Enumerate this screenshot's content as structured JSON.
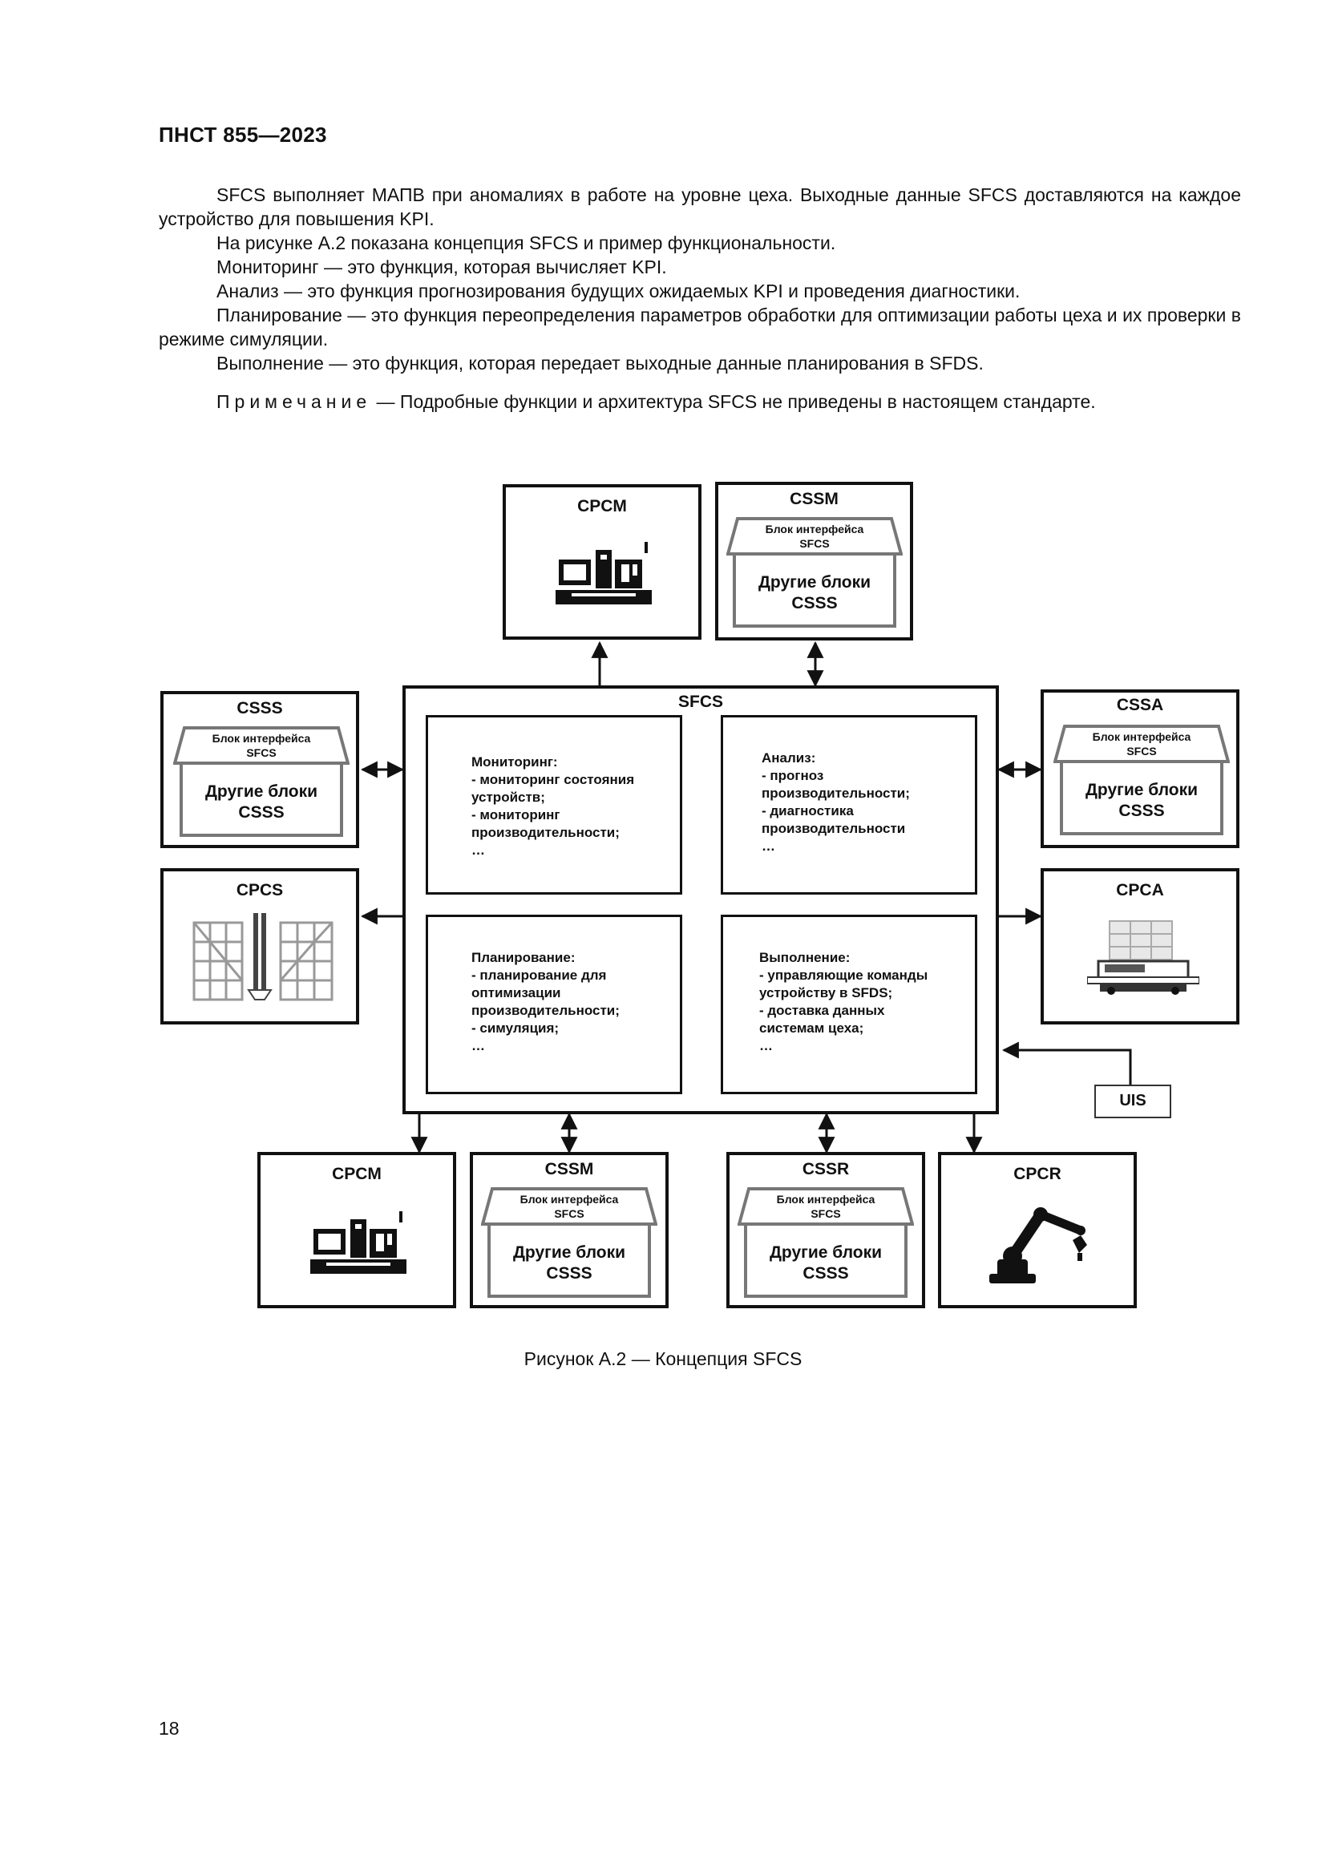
{
  "header": {
    "doc_id": "ПНСТ 855—2023"
  },
  "body": {
    "paragraphs": [
      "SFCS выполняет МАПВ при аномалиях в работе на уровне цеха. Выходные данные SFCS доставляются на каждое устройство для повышения KPI.",
      "На рисунке А.2 показана концепция SFCS и пример функциональности.",
      "Мониторинг — это функция, которая вычисляет KPI.",
      "Анализ — это функция прогнозирования будущих ожидаемых KPI и проведения диагностики.",
      "Планирование — это функция переопределения параметров обработки для оптимизации работы цеха и их проверки в режиме симуляции.",
      "Выполнение — это функция, которая передает выходные данные планирования в SFDS."
    ],
    "note_label": "Примечание",
    "note_text": " — Подробные функции и архитектура SFCS не приведены в настоящем стандарте."
  },
  "figure": {
    "center": {
      "title": "SFCS",
      "monitoring": "Мониторинг:\n- мониторинг состояния\nустройств;\n- мониторинг\nпроизводительности;\n…",
      "analysis": "Анализ:\n- прогноз\nпроизводительности;\n- диагностика\nпроизводительности\n…",
      "planning": "Планирование:\n- планирование для\nоптимизации\nпроизводительности;\n- симуляция;\n…",
      "execution": "Выполнение:\n- управляющие команды\nустройству в SFDS;\n- доставка данных\nсистемам цеха;\n…"
    },
    "interface_line1": "Блок интерфейса",
    "interface_line2": "SFCS",
    "other_line1": "Другие блоки",
    "other_line2": "CSSS",
    "top_left_title": "CPCM",
    "top_right_title": "CSSM",
    "left_top_title": "CSSS",
    "left_bottom_title": "CPCS",
    "right_top_title": "CSSA",
    "right_bottom_title": "CPCA",
    "uis_label": "UIS",
    "bottom_1_title": "CPCM",
    "bottom_2_title": "CSSM",
    "bottom_3_title": "CSSR",
    "bottom_4_title": "CPCR",
    "caption": "Рисунок А.2 — Концепция SFCS"
  },
  "footer": {
    "page_number": "18"
  },
  "icons": [
    "cnc-machine-icon",
    "storage-rack-icon",
    "agv-pallet-icon",
    "robot-arm-icon"
  ]
}
